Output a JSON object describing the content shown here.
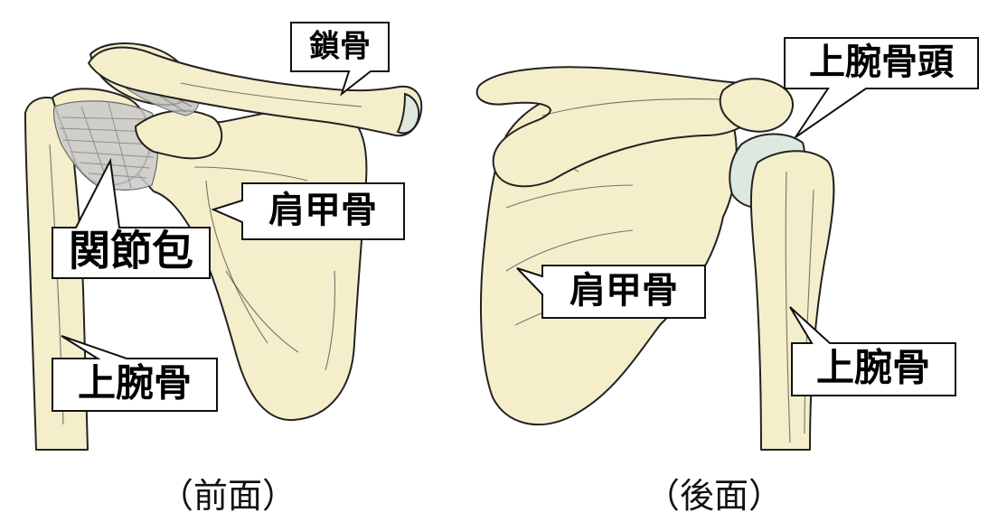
{
  "colors": {
    "bone_fill": "#f5eecb",
    "bone_outline": "#222222",
    "cartilage_fill": "#dde9df",
    "capsule_fill": "#c9c9c9",
    "label_box_fill": "#ffffff",
    "label_box_border": "#111111"
  },
  "front_view": {
    "caption": "（前面）",
    "labels": {
      "clavicle": "鎖骨",
      "scapula": "肩甲骨",
      "joint_capsule": "関節包",
      "humerus": "上腕骨"
    }
  },
  "back_view": {
    "caption": "（後面）",
    "labels": {
      "humeral_head": "上腕骨頭",
      "scapula": "肩甲骨",
      "humerus": "上腕骨"
    }
  }
}
